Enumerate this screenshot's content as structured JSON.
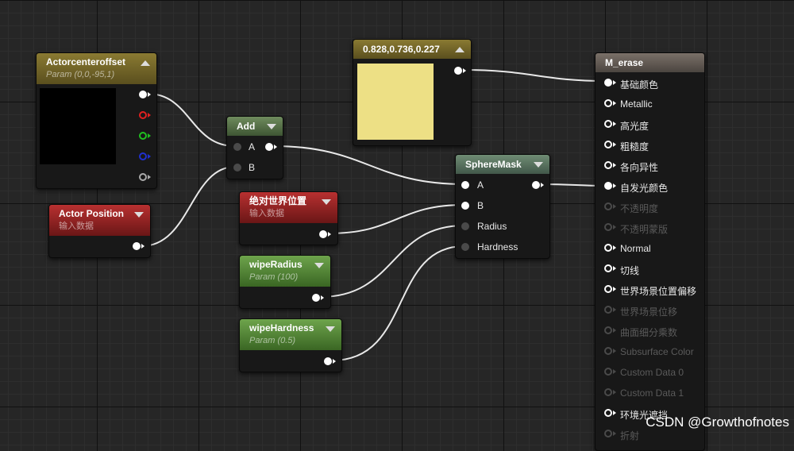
{
  "nodes": {
    "actorcenteroffset": {
      "title": "Actorcenteroffset",
      "subtitle": "Param (0,0,-95,1)",
      "preview_color": "#000000"
    },
    "add": {
      "title": "Add",
      "pins": [
        "A",
        "B"
      ]
    },
    "actor_position": {
      "title": "Actor Position",
      "subtitle": "输入数据"
    },
    "world_position": {
      "title": "绝对世界位置",
      "subtitle": "输入数据"
    },
    "wipe_radius": {
      "title": "wipeRadius",
      "subtitle": "Param (100)"
    },
    "wipe_hardness": {
      "title": "wipeHardness",
      "subtitle": "Param (0.5)"
    },
    "color_constant": {
      "title": "0.828,0.736,0.227",
      "preview_color": "#ede085"
    },
    "sphere_mask": {
      "title": "SphereMask",
      "pins": [
        "A",
        "B",
        "Radius",
        "Hardness"
      ]
    },
    "material": {
      "title": "M_erase",
      "inputs": [
        {
          "label": "基础颜色",
          "state": "connected"
        },
        {
          "label": "Metallic",
          "state": "active"
        },
        {
          "label": "高光度",
          "state": "active"
        },
        {
          "label": "粗糙度",
          "state": "active"
        },
        {
          "label": "各向异性",
          "state": "active"
        },
        {
          "label": "自发光颜色",
          "state": "connected"
        },
        {
          "label": "不透明度",
          "state": "disabled"
        },
        {
          "label": "不透明蒙版",
          "state": "disabled"
        },
        {
          "label": "Normal",
          "state": "active"
        },
        {
          "label": "切线",
          "state": "active"
        },
        {
          "label": "世界场景位置偏移",
          "state": "active"
        },
        {
          "label": "世界场景位移",
          "state": "disabled"
        },
        {
          "label": "曲面细分乘数",
          "state": "disabled"
        },
        {
          "label": "Subsurface Color",
          "state": "disabled"
        },
        {
          "label": "Custom Data 0",
          "state": "disabled"
        },
        {
          "label": "Custom Data 1",
          "state": "disabled"
        },
        {
          "label": "环境光遮挡",
          "state": "active"
        },
        {
          "label": "折射",
          "state": "disabled"
        }
      ]
    }
  },
  "channel_pin_colors": [
    "#ffffff",
    "#e02020",
    "#20c020",
    "#2030d0",
    "#aaaaaa"
  ],
  "watermark": "CSDN @Growthofnotes"
}
